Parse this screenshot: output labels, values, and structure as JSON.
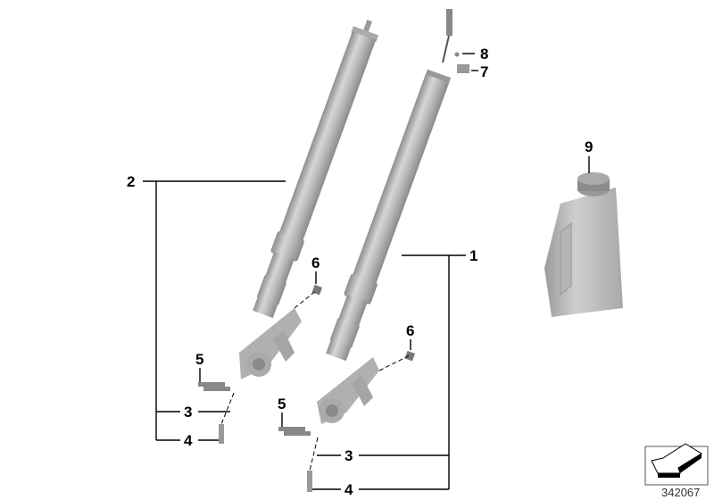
{
  "diagram": {
    "callouts": {
      "fork_left": "2",
      "fork_right": "1",
      "washer_left": "3",
      "washer_right": "3",
      "bolt_left": "4",
      "bolt_right": "4",
      "screws_left": "5",
      "screws_right": "5",
      "cap_left": "6",
      "cap_right": "6",
      "clip": "7",
      "screw_top": "8",
      "oil_bottle": "9"
    },
    "image_number": "342067",
    "colors": {
      "part_gray": "#b8b8b8",
      "line": "#000000"
    }
  }
}
